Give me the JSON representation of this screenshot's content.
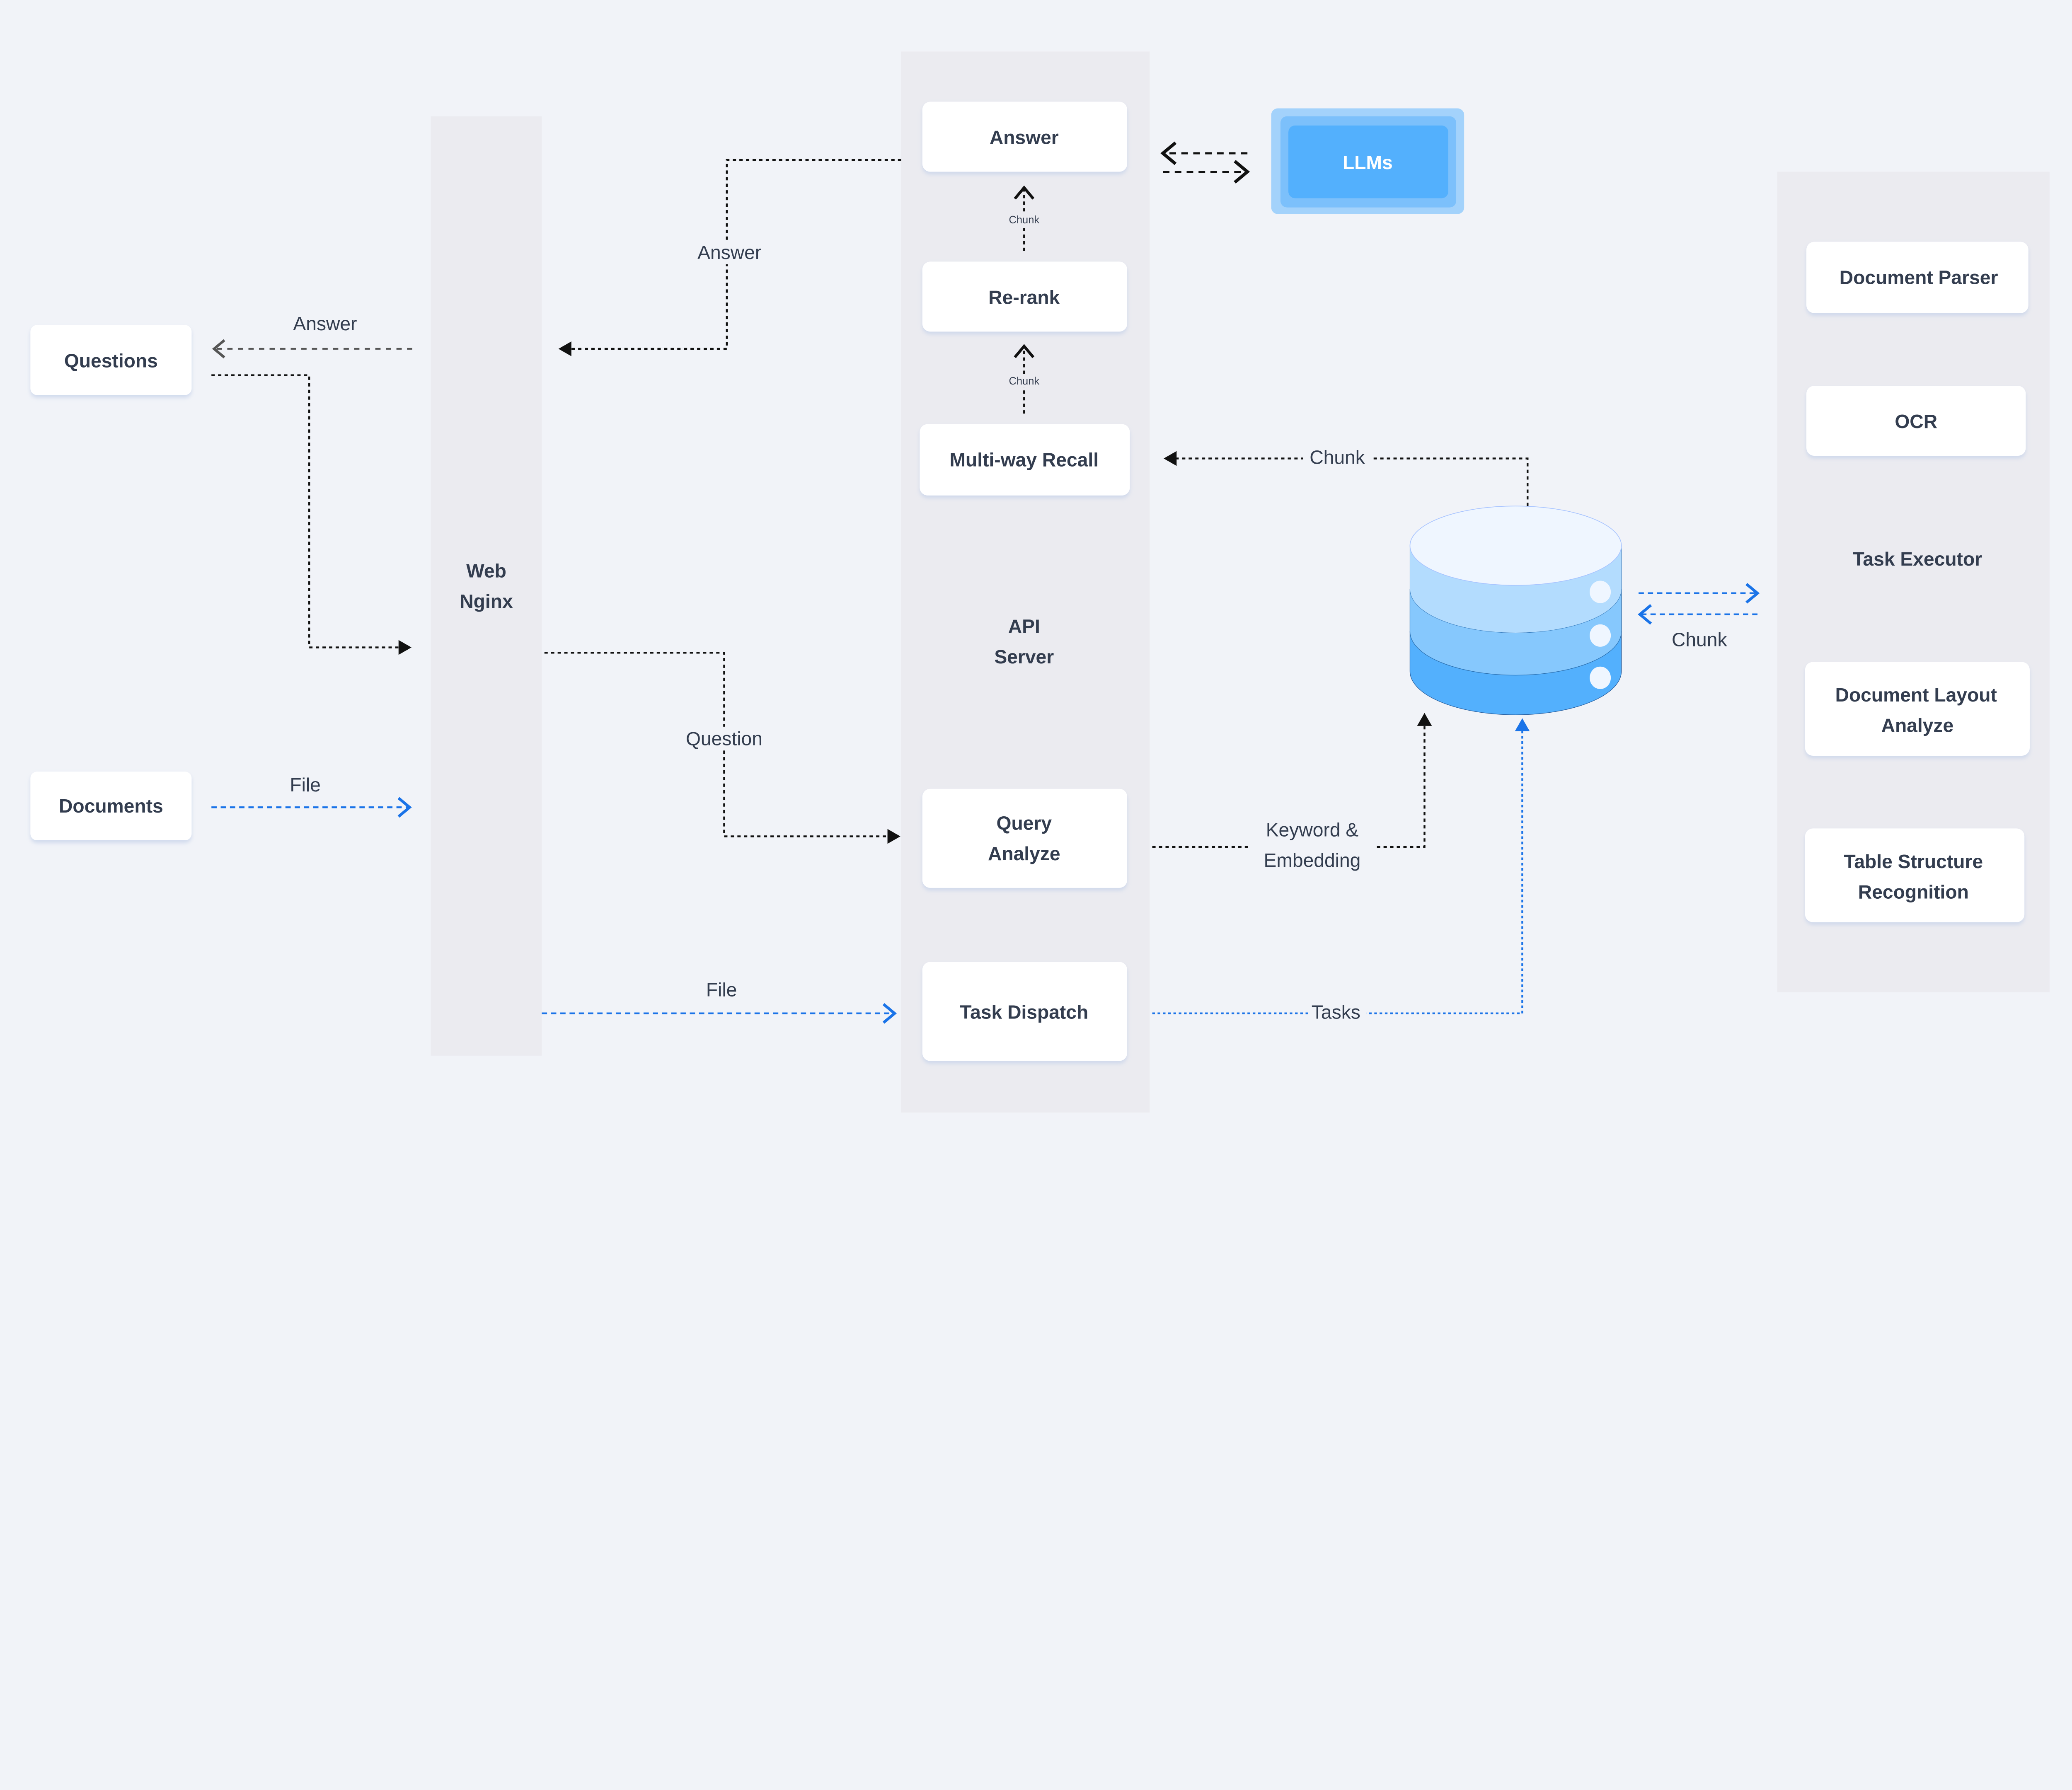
{
  "nodes": {
    "questions": "Questions",
    "documents": "Documents",
    "web_nginx": [
      "Web",
      "Nginx"
    ],
    "api_server": [
      "API",
      "Server"
    ],
    "answer": "Answer",
    "rerank": "Re-rank",
    "multi_way_recall": "Multi-way Recall",
    "query_analyze": [
      "Query",
      "Analyze"
    ],
    "task_dispatch": "Task Dispatch",
    "llms": "LLMs",
    "document_parser": "Document Parser",
    "ocr": "OCR",
    "task_executor": "Task Executor",
    "document_layout": [
      "Document Layout",
      "Analyze"
    ],
    "table_structure": [
      "Table Structure",
      "Recognition"
    ]
  },
  "edges": {
    "answer_to_questions": "Answer",
    "answer_to_nginx": "Answer",
    "file_documents": "File",
    "question": "Question",
    "file_dispatch": "File",
    "chunk_rerank_answer": "Chunk",
    "chunk_recall_rerank": "Chunk",
    "chunk_db_recall": "Chunk",
    "keyword_embedding": [
      "Keyword &",
      "Embedding"
    ],
    "tasks": "Tasks",
    "chunk_db_executor": "Chunk"
  },
  "colors": {
    "background": "#f1f3f8",
    "column": "#ebebf0",
    "text": "#333d4f",
    "accent_blue": "#1a73e8",
    "llm_blue": "#53b0fd"
  }
}
